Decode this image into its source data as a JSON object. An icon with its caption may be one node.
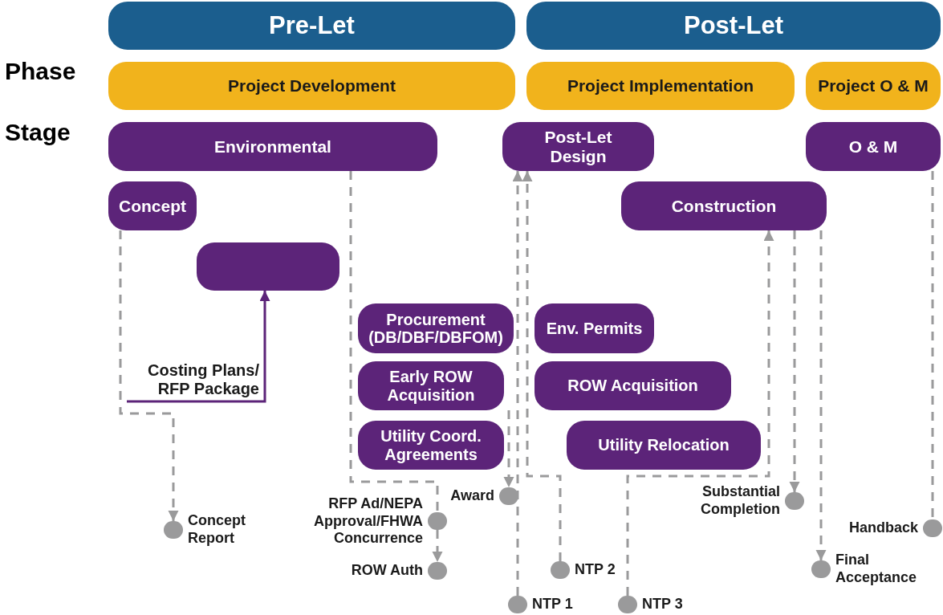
{
  "diagram": {
    "nodes": [
      {
        "text": [
          "Pre-Let"
        ]
      },
      {
        "text": [
          "Post-Let"
        ]
      },
      {
        "text": [
          "Project Development"
        ]
      },
      {
        "text": [
          "Project Implementation"
        ]
      },
      {
        "text": [
          "Project O & M"
        ]
      },
      {
        "text": [
          "Environmental"
        ]
      },
      {
        "text": [
          "Post-Let Design"
        ]
      },
      {
        "text": [
          "O & M"
        ]
      },
      {
        "text": [
          "Concept"
        ]
      },
      {
        "text": [
          "Construction"
        ]
      },
      {
        "text": [],
        "shape": "box"
      },
      {
        "text": [
          "Procurement (DB/DBF/DBFOM)"
        ]
      },
      {
        "text": [
          "Env. Permits"
        ]
      },
      {
        "text": [
          "Early ROW Acquisition"
        ]
      },
      {
        "text": [
          "ROW Acquisition"
        ]
      },
      {
        "text": [
          "Utility Coord. Agreements"
        ]
      },
      {
        "text": [
          "Utility Relocation"
        ]
      },
      {
        "text": [
          "Costing Plans/ RFP Package"
        ]
      },
      {
        "text": [],
        "shape": "circle",
        "beside": [
          "Concept Report"
        ]
      },
      {
        "text": [],
        "shape": "circle",
        "beside": [
          "RFP Ad/NEPA Approval/FHWA Concurrence"
        ]
      },
      {
        "text": [],
        "shape": "circle",
        "beside": [
          "ROW Auth"
        ]
      },
      {
        "text": [],
        "shape": "circle",
        "beside": [
          "Award"
        ]
      },
      {
        "text": [],
        "shape": "circle",
        "beside": [
          "NTP 1"
        ]
      },
      {
        "text": [],
        "shape": "circle",
        "beside": [
          "NTP 2"
        ]
      },
      {
        "text": [],
        "shape": "circle",
        "beside": [
          "NTP 3"
        ]
      },
      {
        "text": [],
        "shape": "circle",
        "beside": [
          "Substantial Completion"
        ]
      },
      {
        "text": [],
        "shape": "circle",
        "beside": [
          "Handback"
        ]
      },
      {
        "text": [],
        "shape": "circle",
        "beside": [
          "Final Acceptance"
        ]
      }
    ],
    "edges": [
      {
        "from": 8,
        "to": 18,
        "arrow": "to",
        "style": "dashed"
      },
      {
        "from": 17,
        "to": 10,
        "arrow": "to",
        "color": "#5c2479"
      },
      {
        "from": 5,
        "to": 19,
        "arrow": "none",
        "style": "dashed"
      },
      {
        "from": 19,
        "to": 20,
        "arrow": "to",
        "style": "dashed"
      },
      {
        "from": 13,
        "to": 21,
        "arrow": "to",
        "style": "dashed"
      },
      {
        "from": 22,
        "to": 6,
        "arrow": "to",
        "style": "dashed"
      },
      {
        "from": 23,
        "to": 6,
        "arrow": "to",
        "style": "dashed"
      },
      {
        "from": 24,
        "to": 9,
        "arrow": "to",
        "style": "dashed"
      },
      {
        "from": 9,
        "to": 25,
        "arrow": "to",
        "style": "dashed"
      },
      {
        "from": 9,
        "to": 27,
        "arrow": "to",
        "style": "dashed"
      },
      {
        "from": 7,
        "to": 26,
        "arrow": "none",
        "style": "dashed"
      }
    ],
    "labels": [
      "Phase",
      "Stage"
    ]
  }
}
